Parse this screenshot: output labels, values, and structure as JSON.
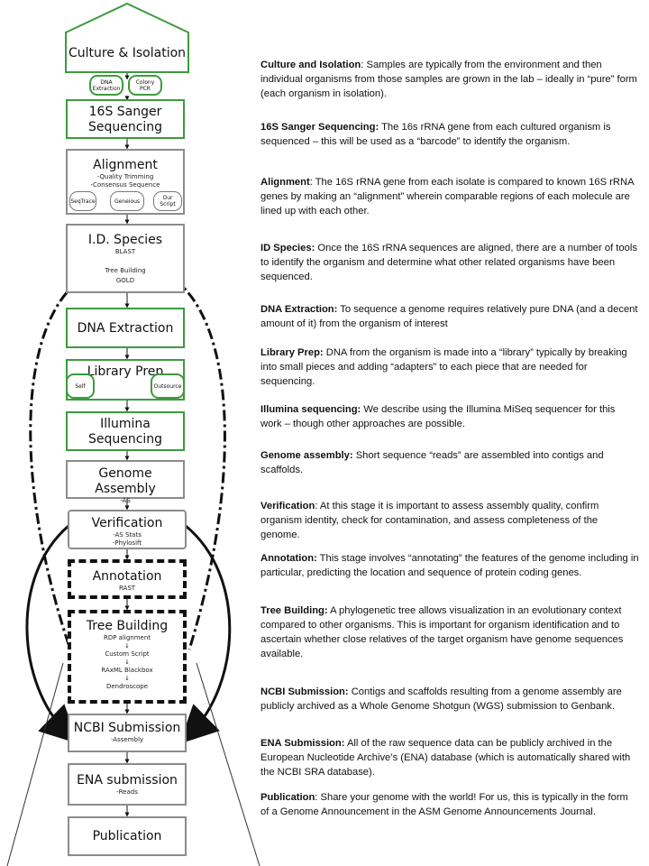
{
  "steps": {
    "culture": {
      "title": "Culture & Isolation",
      "sub1": "DNA Extraction",
      "sub2": "Colony PCR"
    },
    "sanger": {
      "title": "16S Sanger Sequencing"
    },
    "alignment": {
      "title": "Alignment",
      "detail1": "-Quality Trimming",
      "detail2": "-Consensus Sequence",
      "tool1": "SeqTrace",
      "tool2": "Geneious",
      "tool3": "Our Script"
    },
    "idspecies": {
      "title": "I.D. Species",
      "blast": "BLAST",
      "tree": "Tree Building",
      "gold": "GOLD"
    },
    "dnaext": {
      "title": "DNA Extraction"
    },
    "libprep": {
      "title": "Library Prep",
      "opt1": "Self",
      "opt2": "Outsource"
    },
    "illumina": {
      "title": "Illumina Sequencing"
    },
    "assembly": {
      "title": "Genome Assembly",
      "detail": "-AS"
    },
    "verification": {
      "title": "Verification",
      "detail1": "-AS Stats",
      "detail2": "-Phylosift"
    },
    "annotation": {
      "title": "Annotation",
      "detail": "RAST"
    },
    "treebuild": {
      "title": "Tree Building",
      "d1": "RDP alignment",
      "d2": "Custom Script",
      "d3": "RAxML Blackbox",
      "d4": "Dendroscope"
    },
    "ncbi": {
      "title": "NCBI Submission",
      "detail": "-Assembly"
    },
    "ena": {
      "title": "ENA submission",
      "detail": "-Reads"
    },
    "pub": {
      "title": "Publication"
    }
  },
  "descriptions": [
    {
      "term": "Culture and Isolation",
      "text": ": Samples are typically from the environment and then individual organisms from those samples are grown in the lab – ideally in “pure” form (each organism in isolation)."
    },
    {
      "term": "16S Sanger Sequencing:",
      "text": " The 16s rRNA gene from each cultured organism is sequenced – this will be used as a “barcode” to identify the organism."
    },
    {
      "term": "Alignment",
      "text": ": The 16S rRNA gene from each isolate is compared to known 16S rRNA genes by making an “alignment” wherein comparable regions of each molecule are lined up with each other."
    },
    {
      "term": "ID Species:",
      "text": " Once the 16S rRNA sequences are aligned, there are a number of tools to identify the organism and determine what other related organisms have been sequenced."
    },
    {
      "term": "DNA Extraction:",
      "text": " To sequence a genome requires relatively pure DNA (and a decent amount of it) from the organism of interest"
    },
    {
      "term": "Library Prep:",
      "text": " DNA from the organism is made into a “library” typically by breaking into small pieces and adding “adapters” to each piece that are needed for sequencing."
    },
    {
      "term": "Illumina sequencing:",
      "text": " We describe using the Illumina MiSeq sequencer for this work – though other approaches are possible."
    },
    {
      "term": "Genome assembly:",
      "text": " Short sequence “reads” are assembled into contigs and scaffolds."
    },
    {
      "term": "Verification",
      "text": ": At this stage it is important to assess assembly quality, confirm organism identity, check for contamination, and assess completeness of the genome."
    },
    {
      "term": "Annotation:",
      "text": " This stage involves “annotating” the features of the genome including in particular, predicting the location and sequence of protein coding genes."
    },
    {
      "term": "Tree Building:",
      "text": " A phylogenetic tree allows visualization in an evolutionary context compared to other organisms. This is important for organism identification and to ascertain whether close relatives of the target organism have genome sequences available."
    },
    {
      "term": "NCBI Submission:",
      "text": " Contigs and scaffolds resulting from a genome assembly are publicly archived as a Whole Genome Shotgun (WGS) submission to Genbank."
    },
    {
      "term": "ENA Submission:",
      "text": " All of the raw sequence data can be publicly archived in the European Nucleotide Archive’s (ENA) database (which is automatically shared with the NCBI SRA database)."
    },
    {
      "term": "Publication",
      "text": ": Share your genome with the world! For us, this is typically in the form of a Genome Announcement in the ASM Genome Announcements Journal."
    }
  ],
  "colors": {
    "green": "#3d9b3d",
    "gray": "#8c8c8c",
    "black": "#111111"
  }
}
